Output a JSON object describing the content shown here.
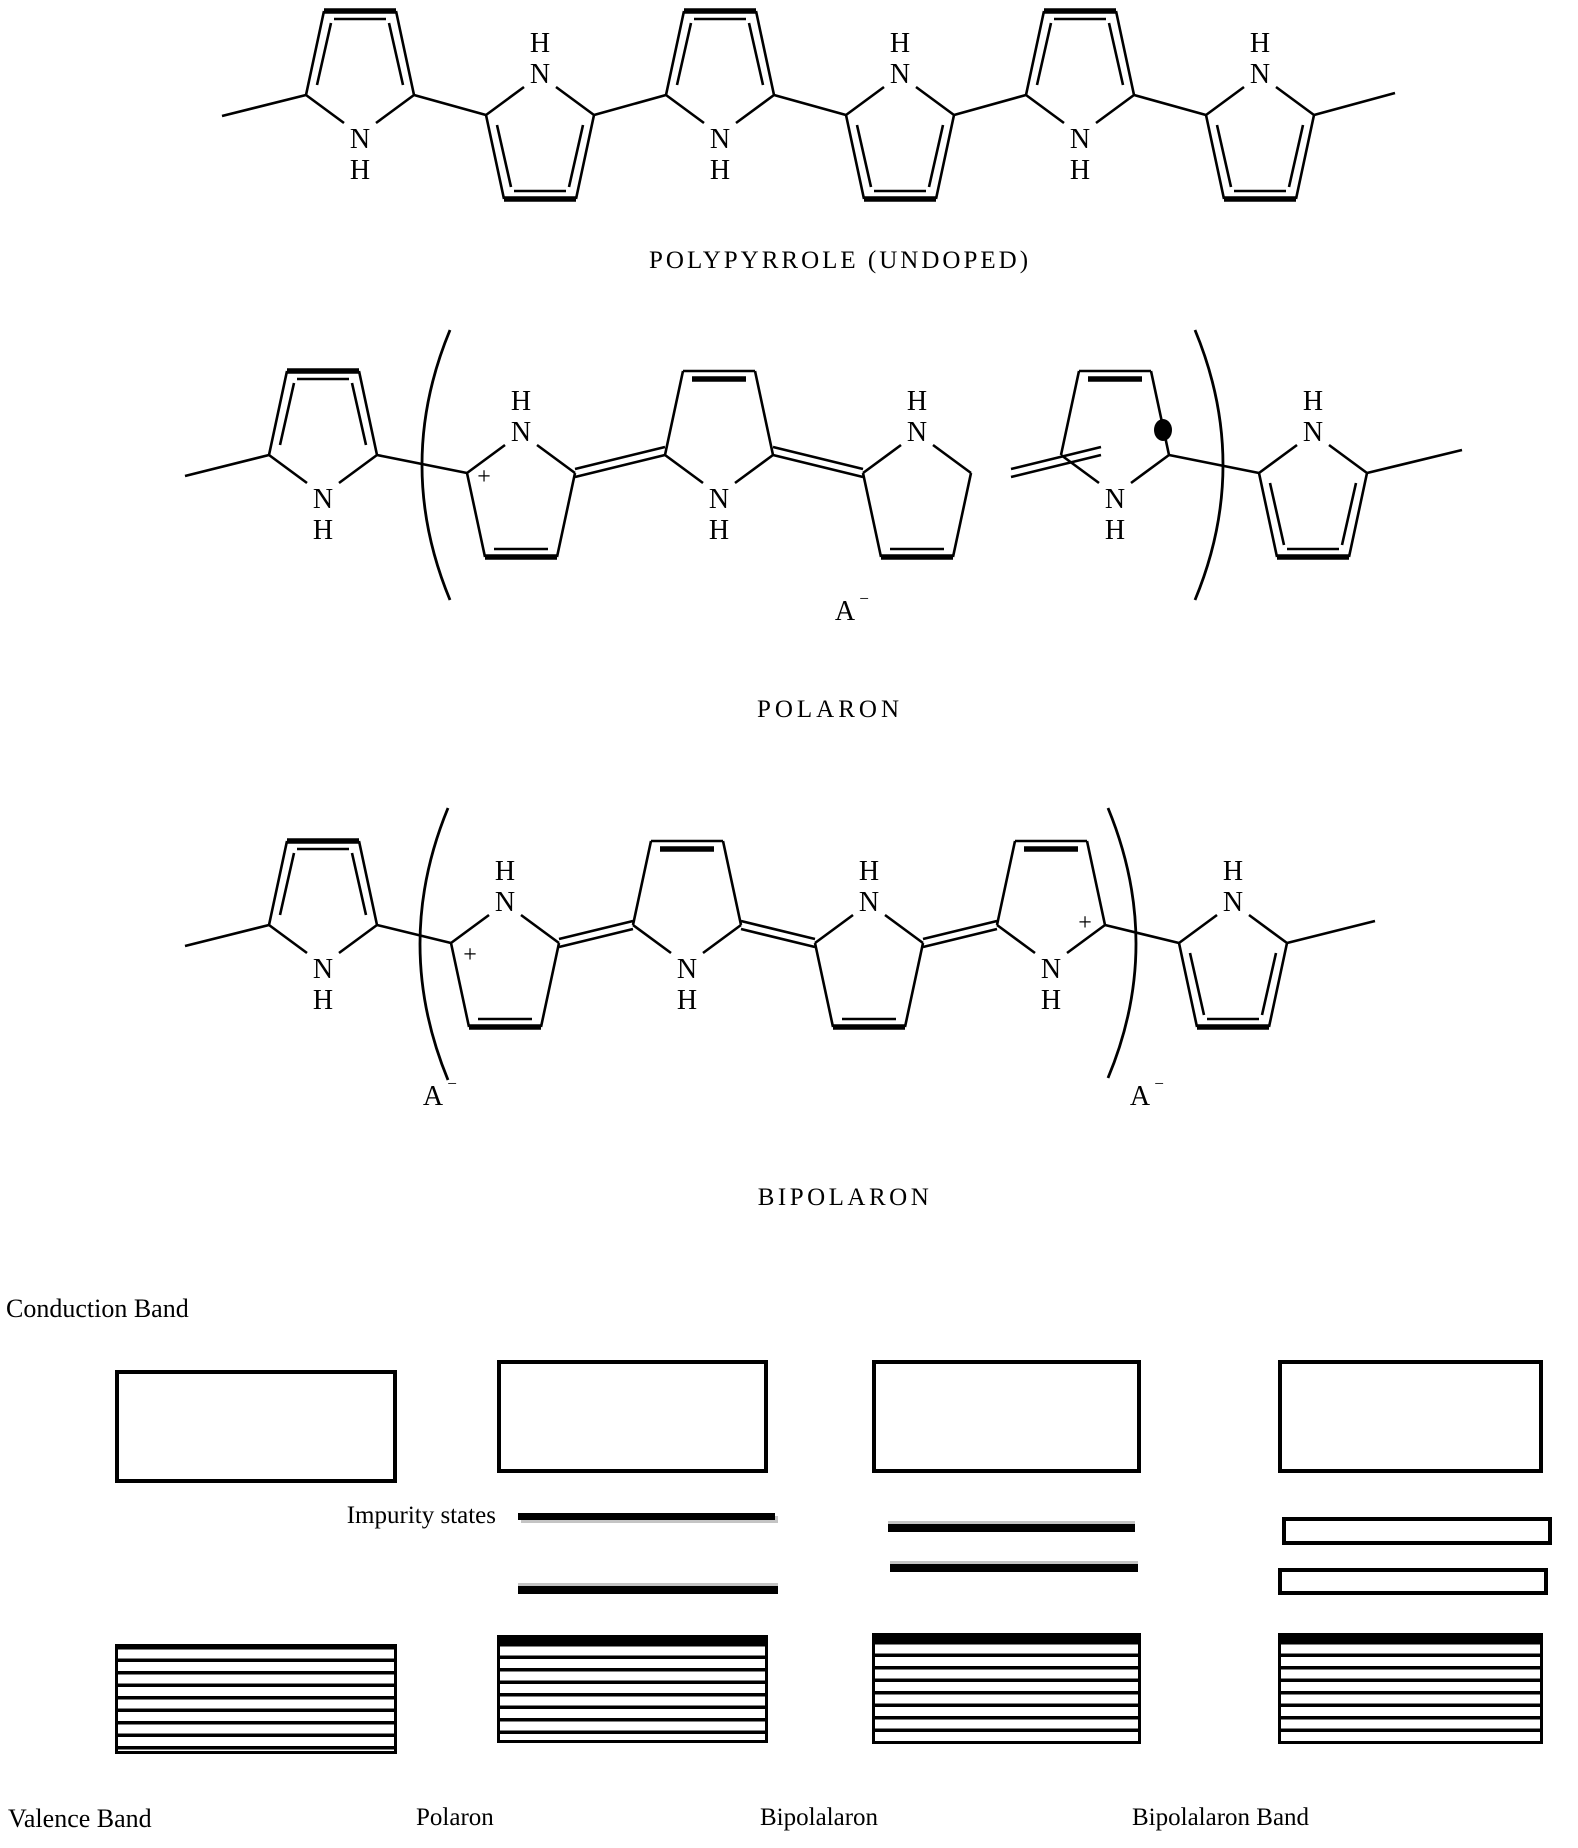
{
  "colors": {
    "ink": "#000000",
    "paper": "#ffffff",
    "gray_shadow": "#c4c4c4"
  },
  "atoms": {
    "nitrogen": "N",
    "hydrogen": "H",
    "plus": "+",
    "counterion": "A",
    "counterion_charge": "−"
  },
  "molecules": {
    "undoped": {
      "label": "POLYPYRROLE (UNDOPED)",
      "rings": 6,
      "plus_charges": 0,
      "radical_dots": 0,
      "counterions": 0
    },
    "polaron": {
      "label": "POLARON",
      "rings": 6,
      "plus_charges": 1,
      "radical_dots": 1,
      "counterions": 1
    },
    "bipolaron": {
      "label": "BIPOLARON",
      "rings": 6,
      "plus_charges": 2,
      "radical_dots": 0,
      "counterions": 2
    }
  },
  "band_diagram": {
    "conduction_band_label": "Conduction Band",
    "impurity_states_label": "Impurity states",
    "columns": [
      {
        "bottom_label": "Valence Band",
        "impurity_lines": 0,
        "line_style": "none"
      },
      {
        "bottom_label": "Polaron",
        "impurity_lines": 2,
        "line_style": "solid"
      },
      {
        "bottom_label": "Bipolalaron",
        "impurity_lines": 2,
        "line_style": "solid"
      },
      {
        "bottom_label": "Bipolalaron Band",
        "impurity_lines": 2,
        "line_style": "outlined"
      }
    ]
  }
}
